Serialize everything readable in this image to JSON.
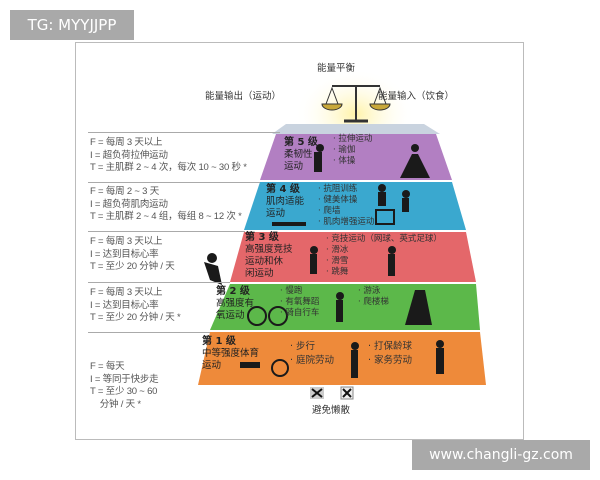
{
  "tag": "TG: MYYJJPP",
  "watermark": "www.changli-gz.com",
  "header": {
    "balance": "能量平衡",
    "output": "能量输出（运动）",
    "input": "能量输入（饮食）"
  },
  "levels": [
    {
      "title": "第 5 级",
      "name": [
        "柔韧性",
        "运动"
      ],
      "items": [
        "· 拉伸运动",
        "· 瑜伽",
        "· 体操"
      ],
      "items2": [],
      "fit": [
        "F = 每周 3 天以上",
        "I = 超负荷拉伸运动",
        "T = 主肌群 2 ~ 4 次，每次 10 ~ 30 秒 *"
      ],
      "color": "#b27fc2"
    },
    {
      "title": "第 4 级",
      "name": [
        "肌肉适能",
        "运动"
      ],
      "items": [
        "· 抗阻训练",
        "· 健美体操",
        "· 爬墙",
        "· 肌肉增强运动"
      ],
      "items2": [],
      "fit": [
        "F = 每周 2 ~ 3 天",
        "I = 超负荷肌肉运动",
        "T = 主肌群 2 ~ 4 组，每组 8 ~ 12 次 *"
      ],
      "color": "#3aa8cf"
    },
    {
      "title": "第 3 级",
      "name": [
        "高强度竞技",
        "运动和休",
        "闲运动"
      ],
      "items": [
        "· 竞技运动（网球、英式足球）",
        "· 滑冰",
        "· 滑雪",
        "· 跳舞"
      ],
      "items2": [],
      "fit": [
        "F = 每周 3 天以上",
        "I = 达到目标心率",
        "T = 至少 20 分钟 / 天"
      ],
      "color": "#e4676a"
    },
    {
      "title": "第 2 级",
      "name": [
        "高强度有",
        "氧运动"
      ],
      "items": [
        "· 慢跑",
        "· 有氧舞蹈",
        "· 骑自行车"
      ],
      "items2": [
        "· 游泳",
        "· 爬楼梯"
      ],
      "fit": [
        "F = 每周 3 天以上",
        "I = 达到目标心率",
        "T = 至少 20 分钟 / 天 *"
      ],
      "color": "#5cb84a"
    },
    {
      "title": "第 1 级",
      "name": [
        "中等强度体育",
        "运动"
      ],
      "items": [
        "· 步行",
        "· 庭院劳动"
      ],
      "items2": [
        "· 打保龄球",
        "· 家务劳动"
      ],
      "fit": [
        "F = 每天",
        "I = 等同于快步走",
        "T = 至少 30 ~ 60",
        "    分钟 / 天 *"
      ],
      "color": "#ee8a3a"
    }
  ],
  "footer": {
    "avoid": "避免懒散"
  }
}
